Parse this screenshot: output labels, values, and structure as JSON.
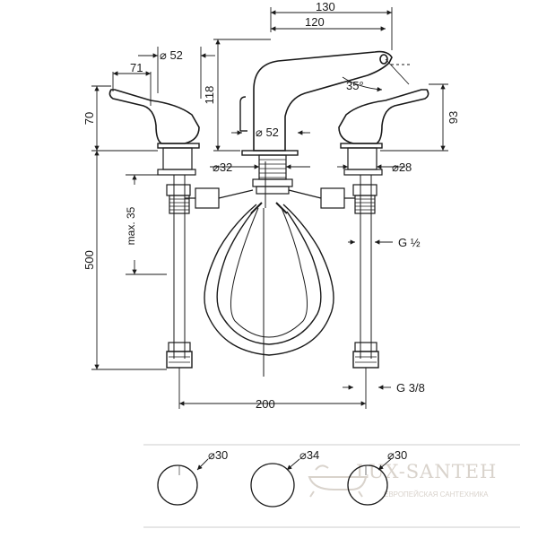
{
  "dimensions": {
    "d130": "130",
    "d120": "120",
    "d52_top": "⌀ 52",
    "d71": "71",
    "d35deg": "35°",
    "d118": "118",
    "d70": "70",
    "d93": "93",
    "d52_base": "⌀ 52",
    "d32": "⌀32",
    "d28": "⌀28",
    "max35": "max. 35",
    "g12": "G ½",
    "d500": "500",
    "d200": "200",
    "g38": "G 3/8",
    "d30_left": "⌀30",
    "d34": "⌀34",
    "d30_right": "⌀30"
  },
  "watermark": {
    "title": "LUX-SANTEH",
    "subtitle": "ЕВРОПЕЙСКАЯ САНТЕХНИКА"
  },
  "colors": {
    "line": "#1a1a1a",
    "watermark": "#d9d3cc"
  }
}
